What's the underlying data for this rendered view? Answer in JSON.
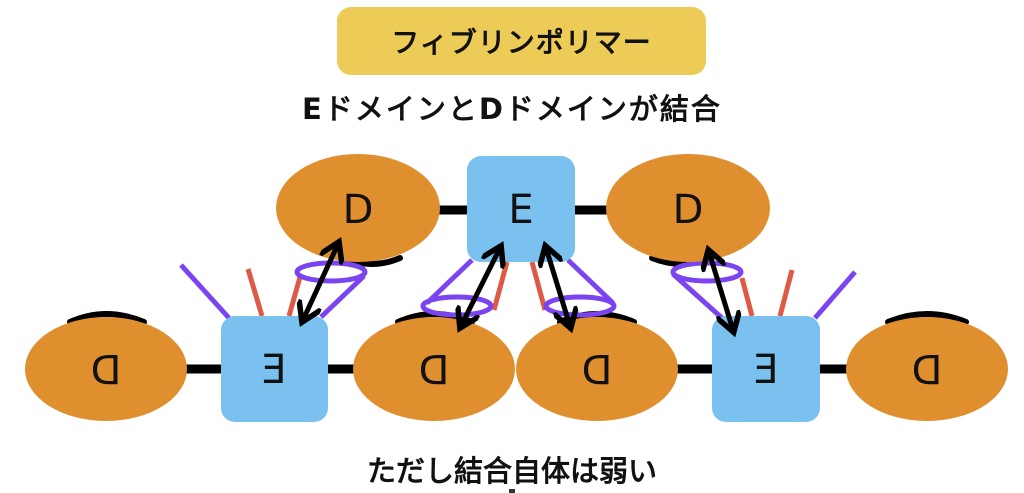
{
  "title": "フィブリンポリマー",
  "subtitle": "EドメインとDドメインが結合",
  "footer": "ただし結合自体は弱い",
  "colors": {
    "badge": "#ECCB56",
    "d_domain": "#E08F2E",
    "e_domain": "#7BC1F0",
    "connector": "#000000",
    "purple_chain": "#7A45F0",
    "red_chain": "#DD5A45"
  },
  "nodes": {
    "top": [
      {
        "type": "D",
        "label": "D",
        "flipped": false
      },
      {
        "type": "E",
        "label": "E",
        "flipped": false
      },
      {
        "type": "D",
        "label": "D",
        "flipped": false
      }
    ],
    "bottom": [
      {
        "type": "D",
        "label": "D",
        "flipped": true
      },
      {
        "type": "E",
        "label": "E",
        "flipped": true
      },
      {
        "type": "D",
        "label": "D",
        "flipped": true
      },
      {
        "type": "D",
        "label": "D",
        "flipped": true
      },
      {
        "type": "E",
        "label": "E",
        "flipped": true
      },
      {
        "type": "D",
        "label": "D",
        "flipped": true
      }
    ]
  },
  "interactions": [
    {
      "from": "top-D-left",
      "to": "bottom-E-left",
      "kind": "bidirectional"
    },
    {
      "from": "top-E",
      "to": "bottom-D-2",
      "kind": "bidirectional"
    },
    {
      "from": "top-E",
      "to": "bottom-D-3",
      "kind": "bidirectional"
    },
    {
      "from": "top-D-right",
      "to": "bottom-E-right",
      "kind": "bidirectional"
    }
  ]
}
